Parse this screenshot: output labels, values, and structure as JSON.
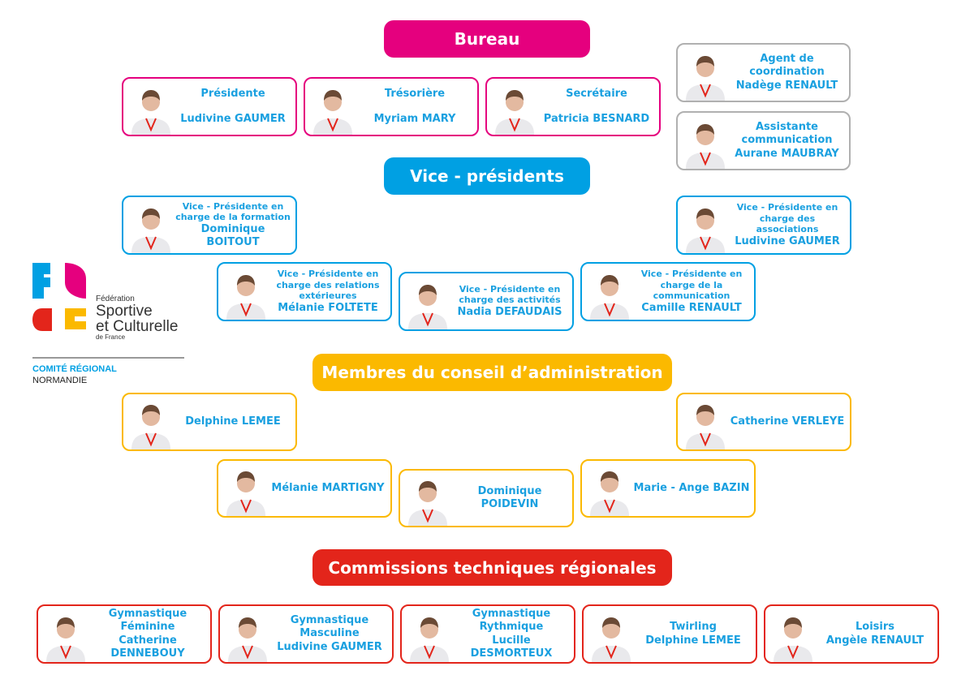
{
  "colors": {
    "bureau": "#e5007e",
    "vice": "#00a0e3",
    "membres": "#fbb900",
    "commissions": "#e3251b",
    "staff": "#b0b0b0",
    "text": "#1aa0e0"
  },
  "headers": {
    "bureau": "Bureau",
    "vice": "Vice - présidents",
    "membres": "Membres du conseil d’administration",
    "commissions": "Commissions techniques régionales"
  },
  "logo": {
    "line1": "Fédération",
    "line2": "Sportive",
    "line3": "et Culturelle",
    "line4": "de France",
    "region_label": "COMITÉ RÉGIONAL",
    "region_name": "NORMANDIE"
  },
  "bureau": [
    {
      "role": "Présidente",
      "name": "Ludivine GAUMER"
    },
    {
      "role": "Trésorière",
      "name": "Myriam MARY"
    },
    {
      "role": "Secrétaire",
      "name": "Patricia BESNARD"
    }
  ],
  "staff": [
    {
      "role": "Agent de coordination",
      "name": "Nadège RENAULT"
    },
    {
      "role": "Assistante communication",
      "name": "Aurane MAUBRAY"
    }
  ],
  "vice": [
    {
      "role": "Vice - Présidente en charge de la formation",
      "name": "Dominique BOITOUT"
    },
    {
      "role": "Vice - Présidente en charge des associations",
      "name": "Ludivine GAUMER"
    },
    {
      "role": "Vice - Présidente en charge des relations extérieures",
      "name": "Mélanie FOLTETE"
    },
    {
      "role": "Vice - Présidente en charge des activités",
      "name": "Nadia DEFAUDAIS"
    },
    {
      "role": "Vice - Présidente en charge de la communication",
      "name": "Camille RENAULT"
    }
  ],
  "membres": [
    {
      "name": "Delphine LEMEE"
    },
    {
      "name": "Catherine VERLEYE"
    },
    {
      "name": "Mélanie MARTIGNY"
    },
    {
      "name": "Dominique POIDEVIN"
    },
    {
      "name": "Marie - Ange BAZIN"
    }
  ],
  "commissions": [
    {
      "role": "Gymnastique Féminine",
      "name": "Catherine DENNEBOUY"
    },
    {
      "role": "Gymnastique Masculine",
      "name": "Ludivine GAUMER"
    },
    {
      "role": "Gymnastique Rythmique",
      "name": "Lucille DESMORTEUX"
    },
    {
      "role": "Twirling",
      "name": "Delphine LEMEE"
    },
    {
      "role": "Loisirs",
      "name": "Angèle RENAULT"
    }
  ]
}
